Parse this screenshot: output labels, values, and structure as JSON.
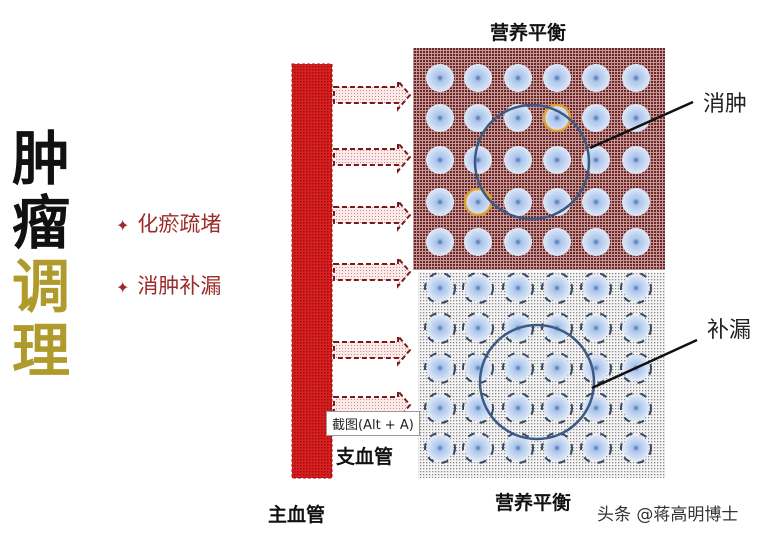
{
  "title_chars": [
    "肿",
    "瘤",
    "调",
    "理"
  ],
  "bullets": [
    {
      "icon": "star-icon",
      "text": "化瘀疏堵"
    },
    {
      "icon": "star-icon",
      "text": "消肿补漏"
    }
  ],
  "labels": {
    "top_title": "营养平衡",
    "bottom_title": "营养平衡",
    "main_vessel": "主血管",
    "branch_vessel": "支血管",
    "swelling": "消肿",
    "leak": "补漏"
  },
  "tooltip": "截图(Alt + A)",
  "watermark": "头条 @蒋高明博士",
  "colors": {
    "vessel": "#c81818",
    "top_bg": "#8a3a3a",
    "bottom_bg": "#d8d8d8",
    "title_black": "#111111",
    "title_gold": "#b09a2c",
    "bullet": "#9c2a2a",
    "circle": "#3d5a85"
  }
}
